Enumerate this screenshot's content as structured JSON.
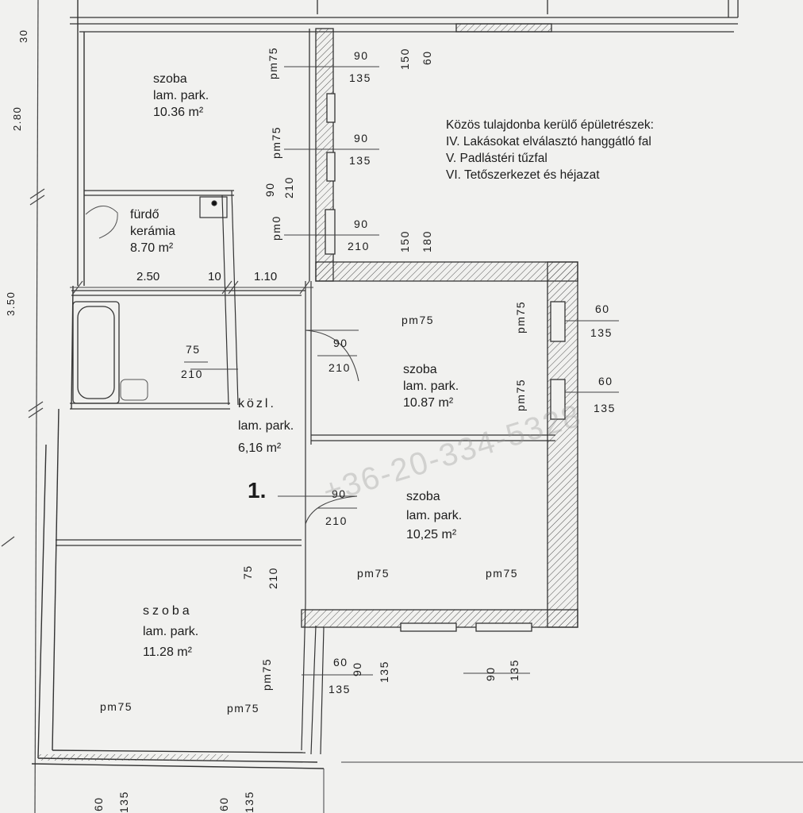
{
  "legend": {
    "title": "Közös tulajdonba kerülő épületrészek:",
    "items": [
      "IV. Lakásokat elválasztó hanggátló fal",
      "V. Padlástéri tűzfal",
      "VI.  Tetőszerkezet és héjazat"
    ]
  },
  "rooms": {
    "szoba_top": {
      "name": "szoba",
      "floor": "lam. park.",
      "area": "10.36 m²"
    },
    "furdo": {
      "name": "fürdő",
      "floor": "kerámia",
      "area": "8.70 m²"
    },
    "szoba_right_top": {
      "name": "szoba",
      "floor": "lam. park.",
      "area": "10.87 m²"
    },
    "kozl": {
      "name": "közl.",
      "floor": "lam. park.",
      "area": "6,16 m²"
    },
    "szoba_right_bottom": {
      "name": "szoba",
      "floor": "lam. park.",
      "area": "10,25 m²"
    },
    "szoba_bottom_left": {
      "name": "szoba",
      "floor": "lam. park.",
      "area": "11.28 m²"
    }
  },
  "unit_number": "1.",
  "left_dims": {
    "d280": "2.80",
    "d350": "3.50",
    "d30": "30"
  },
  "dims": {
    "d250": "2.50",
    "d10": "10",
    "d110": "1.10",
    "d75a": "75",
    "d210a": "210",
    "d90a": "90",
    "d210b": "210",
    "d90b": "90",
    "d210c": "210",
    "d75b": "75",
    "d210d": "210",
    "win1_w": "90",
    "win1_h": "135",
    "win1_s": "150",
    "win1_t": "60",
    "win2_w": "90",
    "win2_h": "135",
    "win3_w": "90",
    "win3_h": "210",
    "win3_s": "150",
    "win3_t": "180",
    "rw1_w": "60",
    "rw1_h": "135",
    "rw2_w": "60",
    "rw2_h": "135",
    "bw1_a": "60",
    "bw1_b": "90",
    "bw1_h": "135",
    "bw1_c": "135",
    "bw2_w": "90",
    "bw2_h": "135",
    "bot1_w": "60",
    "bot1_h": "135",
    "bot2_w": "60",
    "bot2_h": "135",
    "d90c": "90",
    "d210e": "210"
  },
  "pm": {
    "pm_top": "pm75",
    "pm_mid": "pm75",
    "pm0": "pm0",
    "pm_r1": "pm75",
    "pm_r2": "pm75",
    "pm_r3": "pm75",
    "pm_c1": "pm75",
    "pm_c2": "pm75",
    "pm_b1": "pm75",
    "pm_b2": "pm75",
    "pm_b3": "pm75"
  },
  "watermark": "+36-20-334-5328"
}
